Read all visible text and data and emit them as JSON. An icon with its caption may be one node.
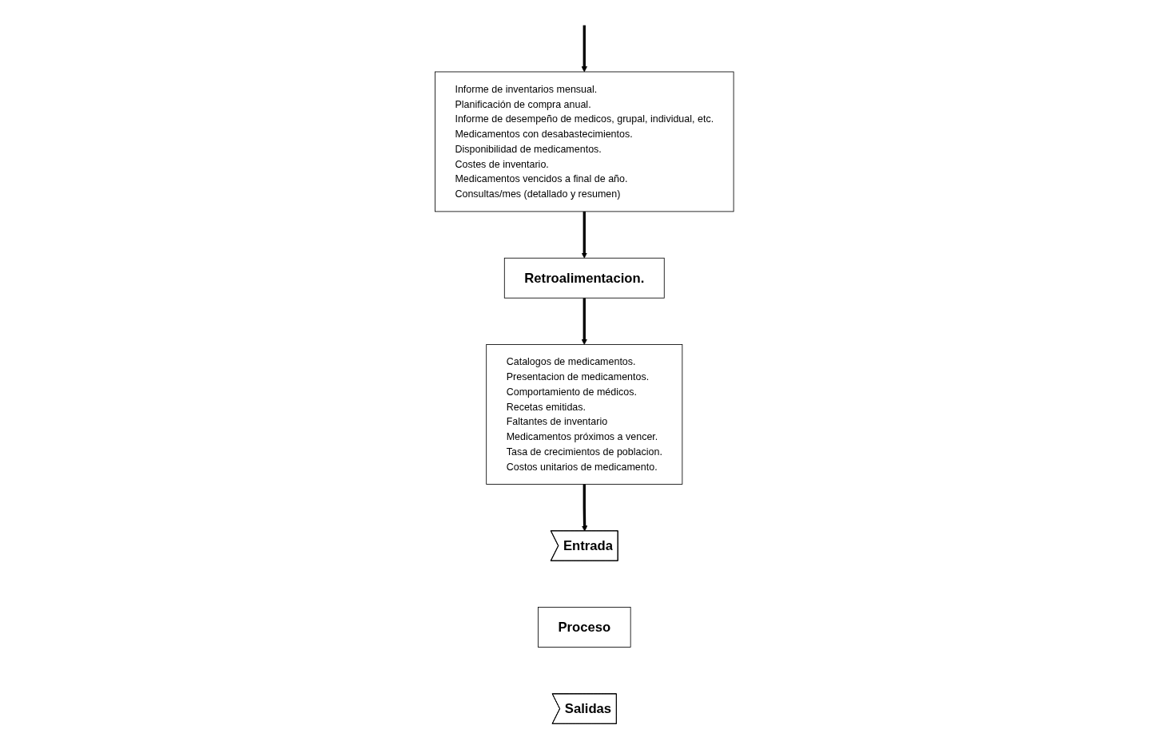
{
  "diagram": {
    "nodes": [
      {
        "text": [
          "Entrada"
        ]
      },
      {
        "text": [
          "Proceso"
        ]
      },
      {
        "text": [
          "Salidas"
        ]
      },
      {
        "text": [
          "Catalogos de medicamentos.",
          "Presentacion de medicamentos.",
          "Comportamiento de médicos.",
          "Recetas emitidas.",
          "Faltantes de inventario",
          "Medicamentos próximos a vencer.",
          "Tasa de crecimientos de poblacion.",
          "Costos unitarios de medicamento."
        ]
      },
      {
        "text": [
          "Informe de inventarios mensual.",
          "Planificación de compra anual.",
          "Informe de desempeño de medicos, grupal, individual, etc.",
          "Medicamentos con desabastecimientos.",
          "Disponibilidad de medicamentos.",
          "Costes de inventario.",
          "Medicamentos vencidos a final de año.",
          "Consultas/mes (detallado y resumen)"
        ]
      },
      {
        "text": [
          "Retroalimentacion."
        ]
      }
    ],
    "edges": [
      {
        "from": 3,
        "to": 0,
        "arrow": "to"
      },
      {
        "from": null,
        "to": 4,
        "arrow": "to"
      },
      {
        "from": 4,
        "to": 5,
        "arrow": "to"
      },
      {
        "from": 5,
        "to": 3,
        "arrow": "to"
      }
    ]
  }
}
